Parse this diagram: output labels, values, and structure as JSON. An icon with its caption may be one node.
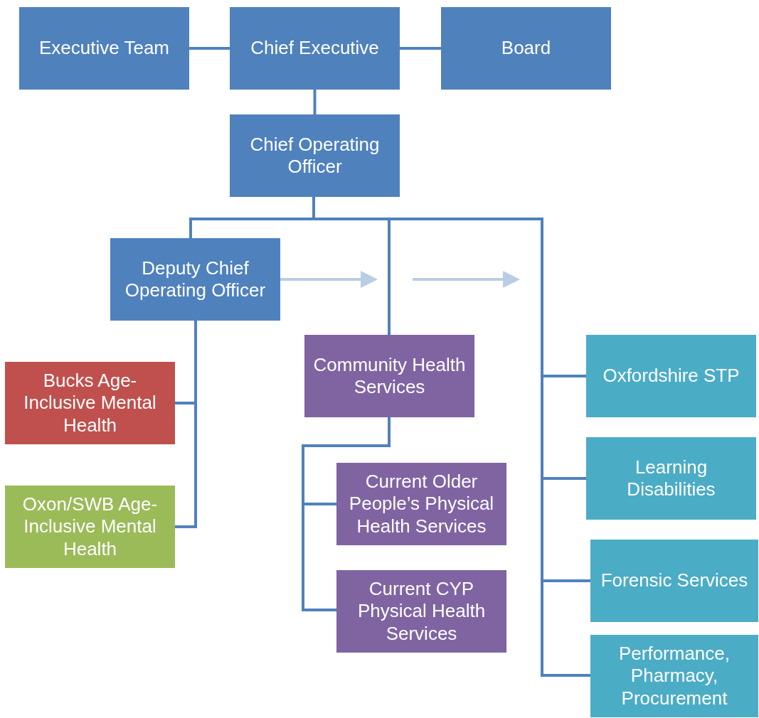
{
  "diagram": {
    "nodes": [
      {
        "text": [
          "Executive Team"
        ]
      },
      {
        "text": [
          "Chief Executive"
        ]
      },
      {
        "text": [
          "Board"
        ]
      },
      {
        "text": [
          "Chief Operating Officer"
        ]
      },
      {
        "text": [
          "Deputy Chief Operating Officer"
        ]
      },
      {
        "text": [
          "Bucks Age-Inclusive Mental Health"
        ]
      },
      {
        "text": [
          "Oxon/SWB Age-Inclusive Mental Health"
        ]
      },
      {
        "text": [
          "Community Health Services"
        ]
      },
      {
        "text": [
          "Current Older People’s Physical Health Services"
        ]
      },
      {
        "text": [
          "Current CYP Physical Health Services"
        ]
      },
      {
        "text": [
          "Oxfordshire STP"
        ]
      },
      {
        "text": [
          "Learning Disabilities"
        ]
      },
      {
        "text": [
          "Forensic Services"
        ]
      },
      {
        "text": [
          "Performance, Pharmacy, Procurement"
        ]
      }
    ],
    "edges": [
      {
        "from": 0,
        "to": 1,
        "arrow": "none"
      },
      {
        "from": 1,
        "to": 2,
        "arrow": "none"
      },
      {
        "from": 1,
        "to": 3,
        "arrow": "none"
      },
      {
        "from": 3,
        "to": 4,
        "arrow": "none"
      },
      {
        "from": 3,
        "to": 7,
        "arrow": "none"
      },
      {
        "from": 3,
        "to": 10,
        "arrow": "none"
      },
      {
        "from": 3,
        "to": 11,
        "arrow": "none"
      },
      {
        "from": 3,
        "to": 12,
        "arrow": "none"
      },
      {
        "from": 3,
        "to": 13,
        "arrow": "none"
      },
      {
        "from": 4,
        "to": 5,
        "arrow": "none"
      },
      {
        "from": 4,
        "to": 6,
        "arrow": "none"
      },
      {
        "from": 7,
        "to": 8,
        "arrow": "none"
      },
      {
        "from": 7,
        "to": 9,
        "arrow": "none"
      },
      {
        "from": 4,
        "to": null,
        "arrow": "to",
        "color": "#b9cde5"
      }
    ]
  }
}
